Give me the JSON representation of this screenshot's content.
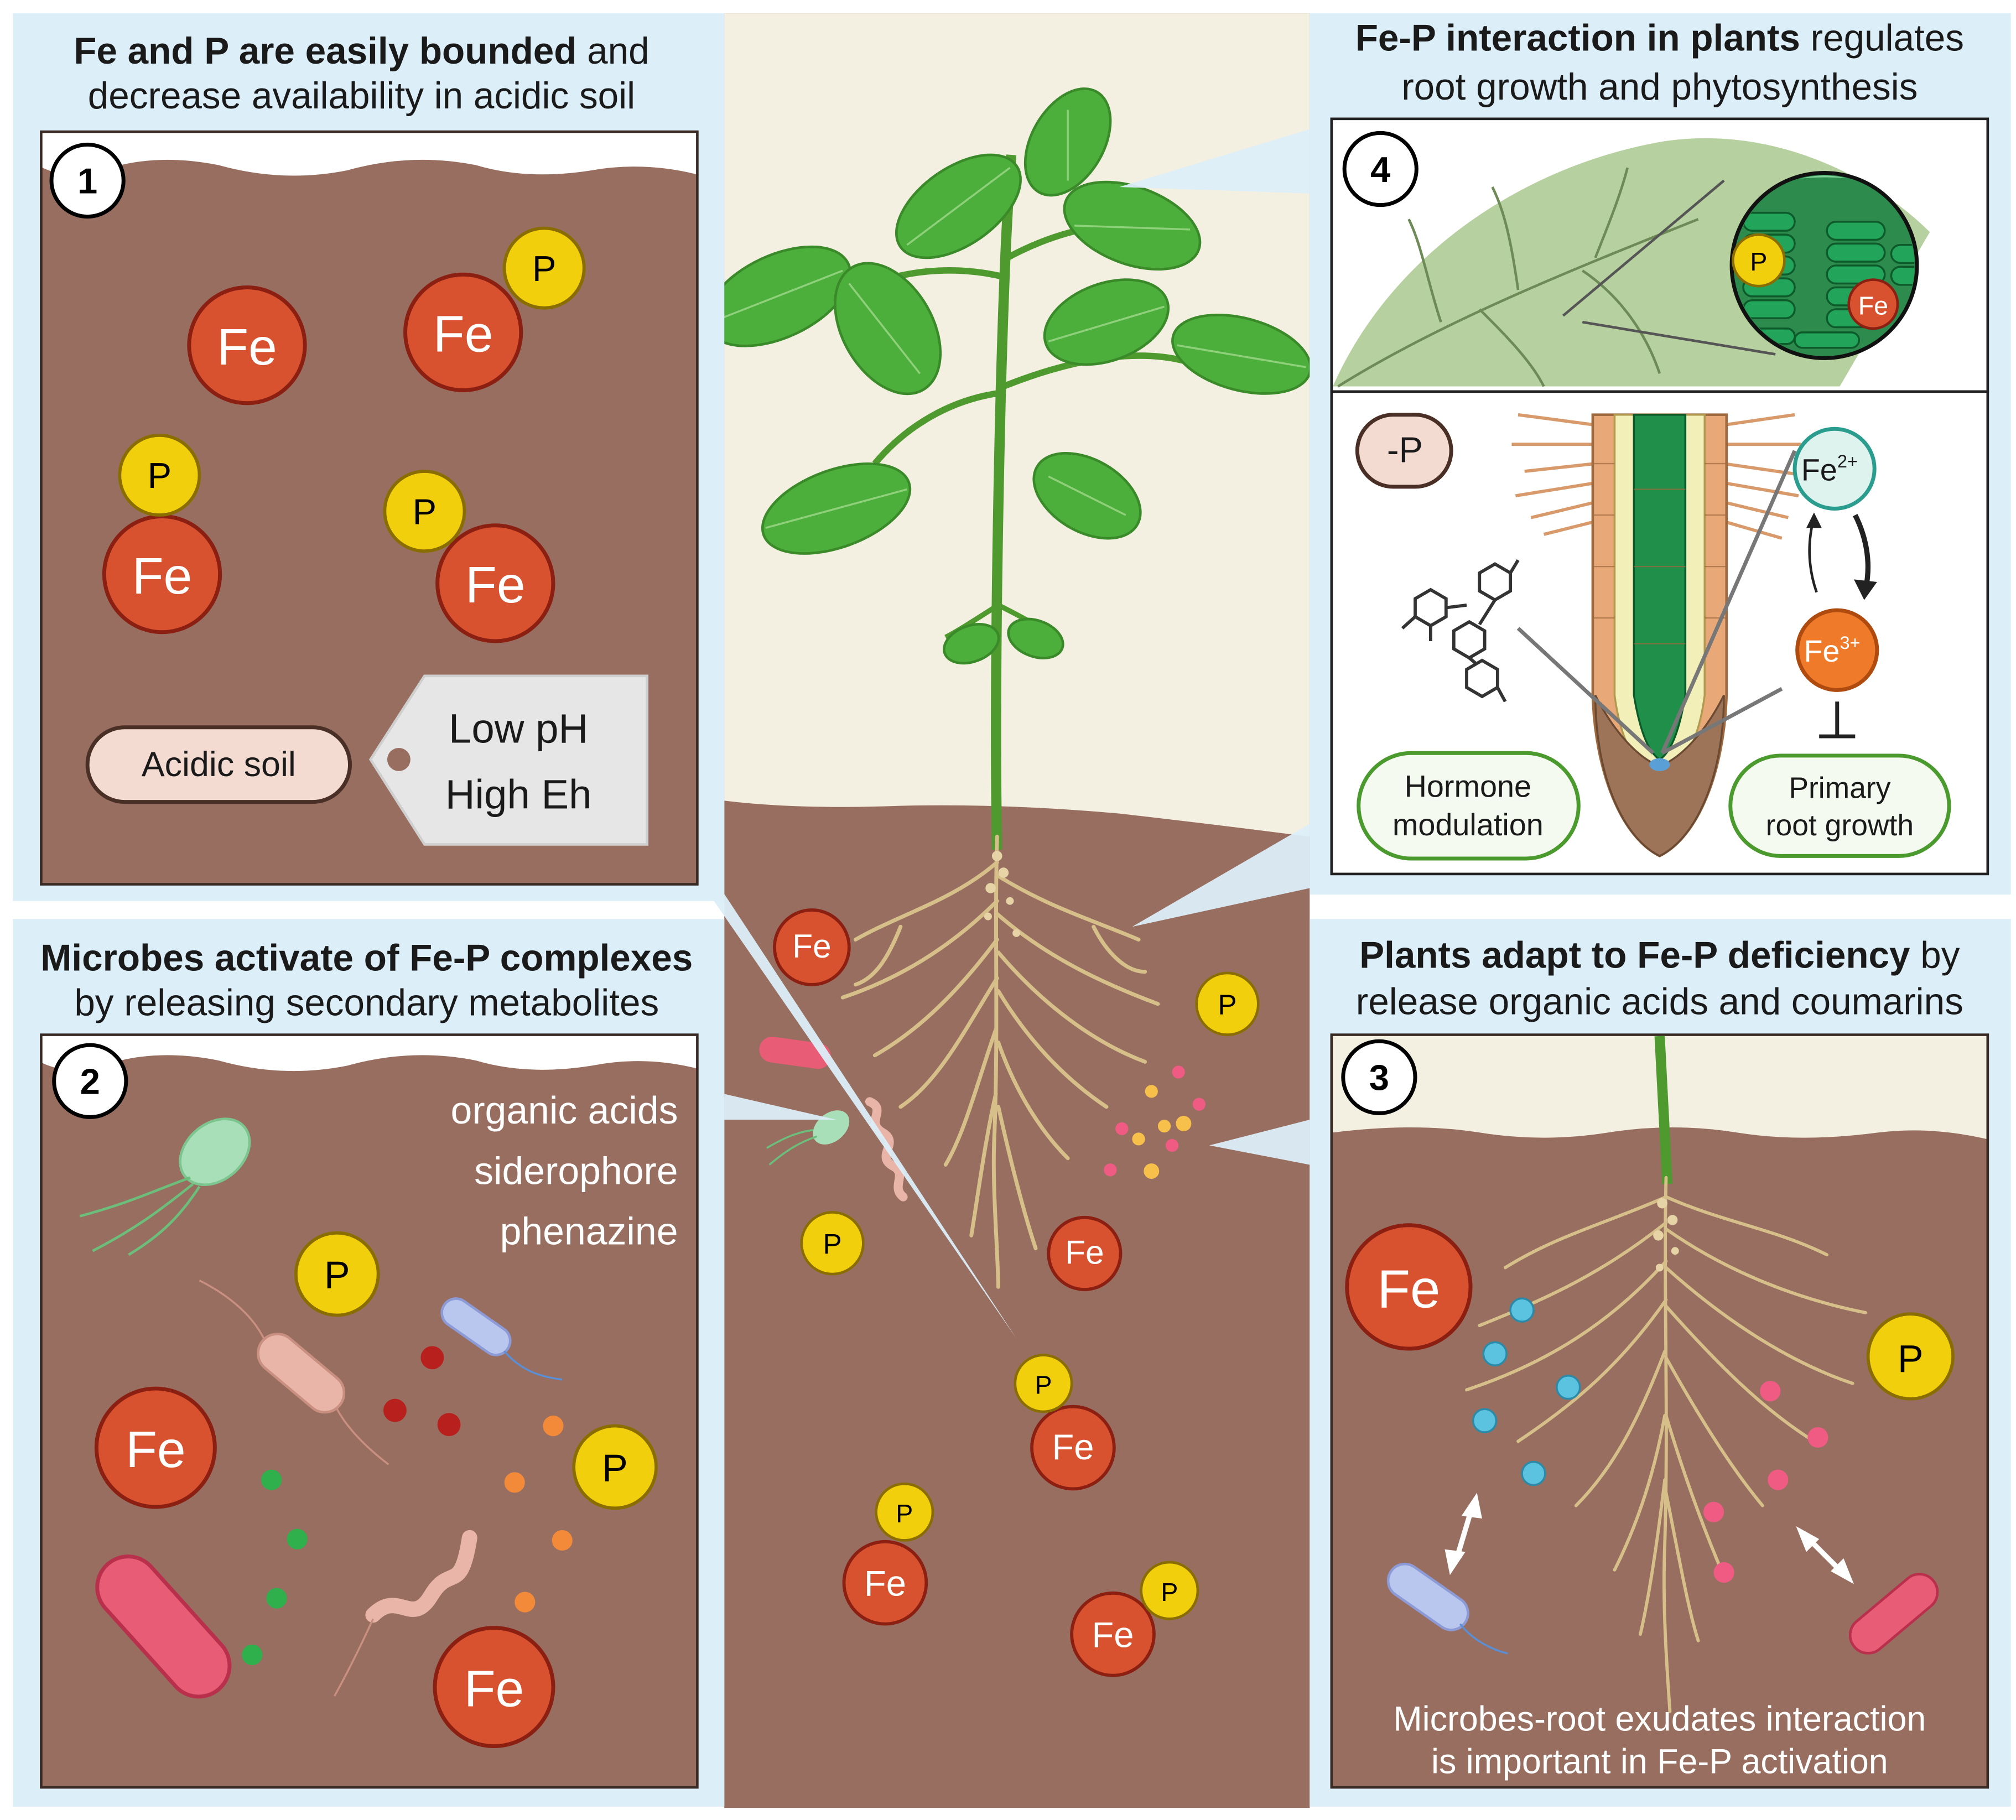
{
  "colors": {
    "soil": "#976e5f",
    "sky": "#f3f0e1",
    "panel_bg": "#dceef8",
    "fe": "#d9522f",
    "p": "#f2cf0d",
    "leaf": "#4caf3c",
    "root": "#d7bf8a"
  },
  "panel1": {
    "title_bold": "Fe and P are easily bounded",
    "title_rest": " and",
    "title_line2": "decrease availability in acidic soil",
    "number": "1",
    "acidic_label": "Acidic soil",
    "tag_line1": "Low pH",
    "tag_line2": "High Eh"
  },
  "panel2": {
    "title_bold": "Microbes activate of Fe-P complexes",
    "title_line2": "by releasing secondary metabolites",
    "number": "2",
    "metabolites": [
      "organic acids",
      "siderophore",
      "phenazine"
    ]
  },
  "panel3": {
    "title_bold": "Plants adapt to Fe-P deficiency",
    "title_rest": " by",
    "title_line2": "release organic acids and coumarins",
    "number": "3",
    "caption_line1": "Microbes-root exudates interaction",
    "caption_line2": "is important in Fe-P activation"
  },
  "panel4": {
    "title_bold": "Fe-P interaction in plants",
    "title_rest": " regulates",
    "title_line2": "root growth and phytosynthesis",
    "number": "4",
    "minus_p": "-P",
    "fe2": "Fe",
    "fe2_sup": "2+",
    "fe3": "Fe",
    "fe3_sup": "3+",
    "hormone_line1": "Hormone",
    "hormone_line2": "modulation",
    "primary_line1": "Primary",
    "primary_line2": "root growth"
  },
  "labels": {
    "fe": "Fe",
    "p": "P"
  }
}
